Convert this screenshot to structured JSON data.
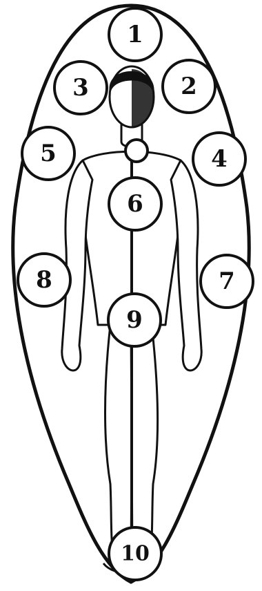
{
  "colors": {
    "ink": "#111111",
    "paper": "#ffffff"
  },
  "figure": "human-figure",
  "nodes": [
    {
      "id": "node-1",
      "label": "1"
    },
    {
      "id": "node-2",
      "label": "2"
    },
    {
      "id": "node-3",
      "label": "3"
    },
    {
      "id": "node-4",
      "label": "4"
    },
    {
      "id": "node-5",
      "label": "5"
    },
    {
      "id": "node-6",
      "label": "6"
    },
    {
      "id": "node-7",
      "label": "7"
    },
    {
      "id": "node-8",
      "label": "8"
    },
    {
      "id": "node-9",
      "label": "9"
    },
    {
      "id": "node-10",
      "label": "10"
    }
  ]
}
